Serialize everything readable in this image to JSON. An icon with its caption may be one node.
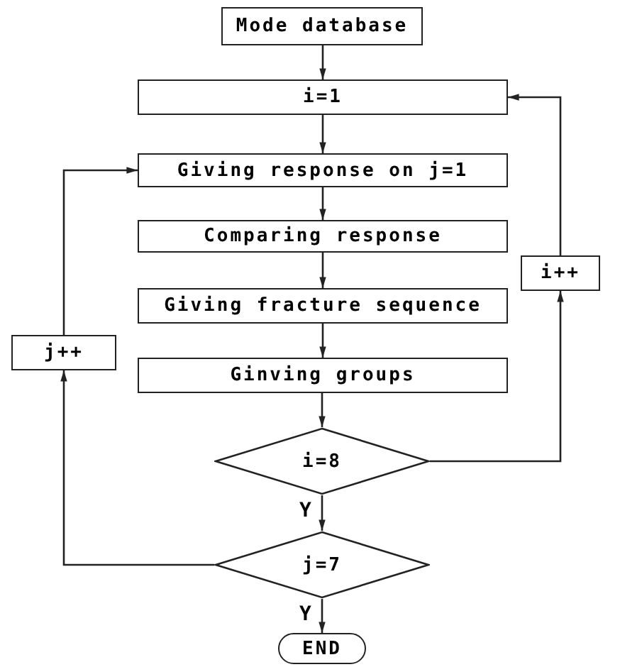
{
  "diagram": {
    "nodes": [
      {
        "text": [
          "Mode database"
        ]
      },
      {
        "text": [
          "i=1"
        ]
      },
      {
        "text": [
          "Giving response on j=1"
        ]
      },
      {
        "text": [
          "Comparing response"
        ]
      },
      {
        "text": [
          "Giving fracture sequence"
        ]
      },
      {
        "text": [
          "Ginving groups"
        ]
      },
      {
        "text": [
          "i=8"
        ]
      },
      {
        "text": [
          "j=7"
        ]
      },
      {
        "text": [
          "END"
        ]
      },
      {
        "text": [
          "i++"
        ]
      },
      {
        "text": [
          "j++"
        ]
      }
    ],
    "edges": [
      {
        "from": 0,
        "to": 1,
        "arrow": "to"
      },
      {
        "from": 1,
        "to": 2,
        "arrow": "to"
      },
      {
        "from": 2,
        "to": 3,
        "arrow": "to"
      },
      {
        "from": 3,
        "to": 4,
        "arrow": "to"
      },
      {
        "from": 4,
        "to": 5,
        "arrow": "to"
      },
      {
        "from": 5,
        "to": 6,
        "arrow": "to"
      },
      {
        "from": 6,
        "to": 7,
        "arrow": "to",
        "label": "Y"
      },
      {
        "from": 7,
        "to": 8,
        "arrow": "to",
        "label": "Y"
      },
      {
        "from": 6,
        "to": 9,
        "arrow": "to"
      },
      {
        "from": 9,
        "to": 1,
        "arrow": "to"
      },
      {
        "from": 7,
        "to": 10,
        "arrow": "to"
      },
      {
        "from": 10,
        "to": 2,
        "arrow": "to"
      }
    ]
  }
}
